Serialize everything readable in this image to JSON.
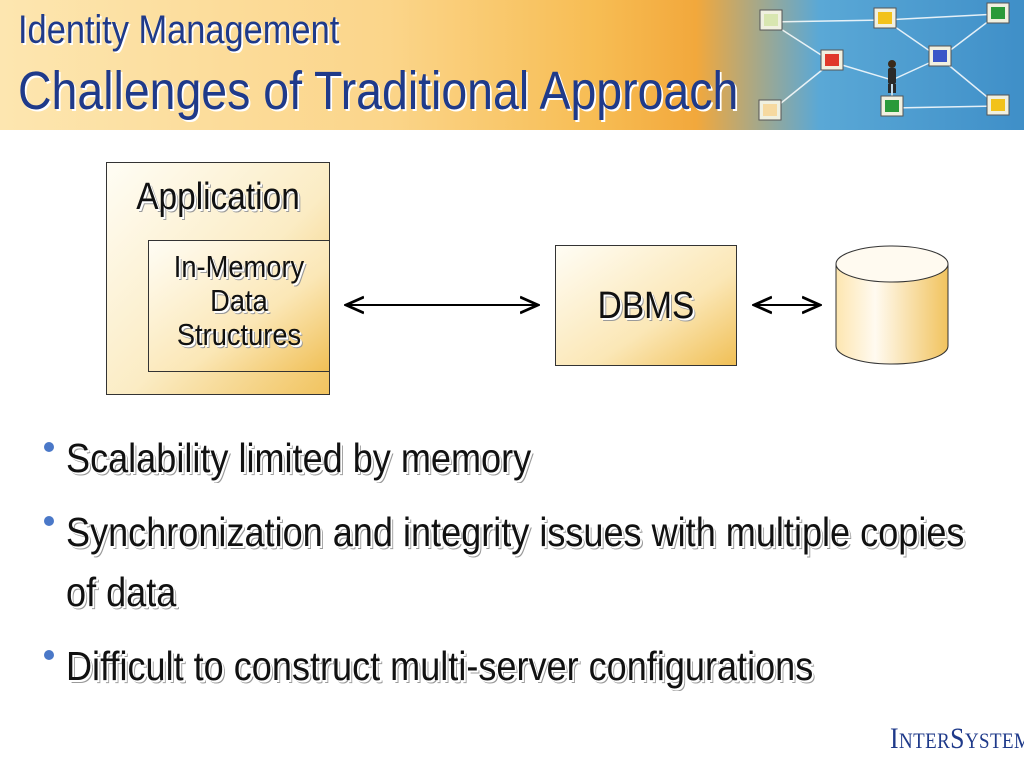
{
  "header": {
    "title": "Identity Management",
    "subtitle": "Challenges of Traditional Approach"
  },
  "diagram": {
    "application_label": "Application",
    "in_memory_label": [
      "In-Memory",
      "Data",
      "Structures"
    ],
    "dbms_label": "DBMS"
  },
  "bullets": [
    "Scalability limited by memory",
    "Synchronization and integrity issues with multiple copies of data",
    "Difficult to construct multi-server configurations"
  ],
  "logo": {
    "part1_big": "I",
    "part1": "NTER",
    "part2_big": "S",
    "part2": "YSTEMS"
  },
  "colors": {
    "title": "#1f3a8a",
    "bullet_dot": "#4a78c8",
    "box_fill_light": "#fffdf5",
    "box_fill_gold": "#f3c766"
  },
  "icons": [
    "monitor-icon",
    "person-icon",
    "double-arrow-icon",
    "database-cylinder-icon"
  ]
}
